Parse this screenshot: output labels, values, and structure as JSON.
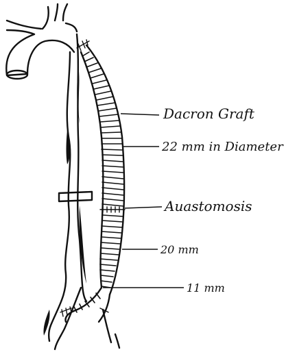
{
  "labels": {
    "graft": "Dacron Graft",
    "diameter": "22 mm in Diameter",
    "anastomosis": "Auastomosis",
    "mid_size": "20 mm",
    "small_size": "11 mm"
  },
  "colors": {
    "ink": "#111111",
    "paper": "#ffffff"
  }
}
